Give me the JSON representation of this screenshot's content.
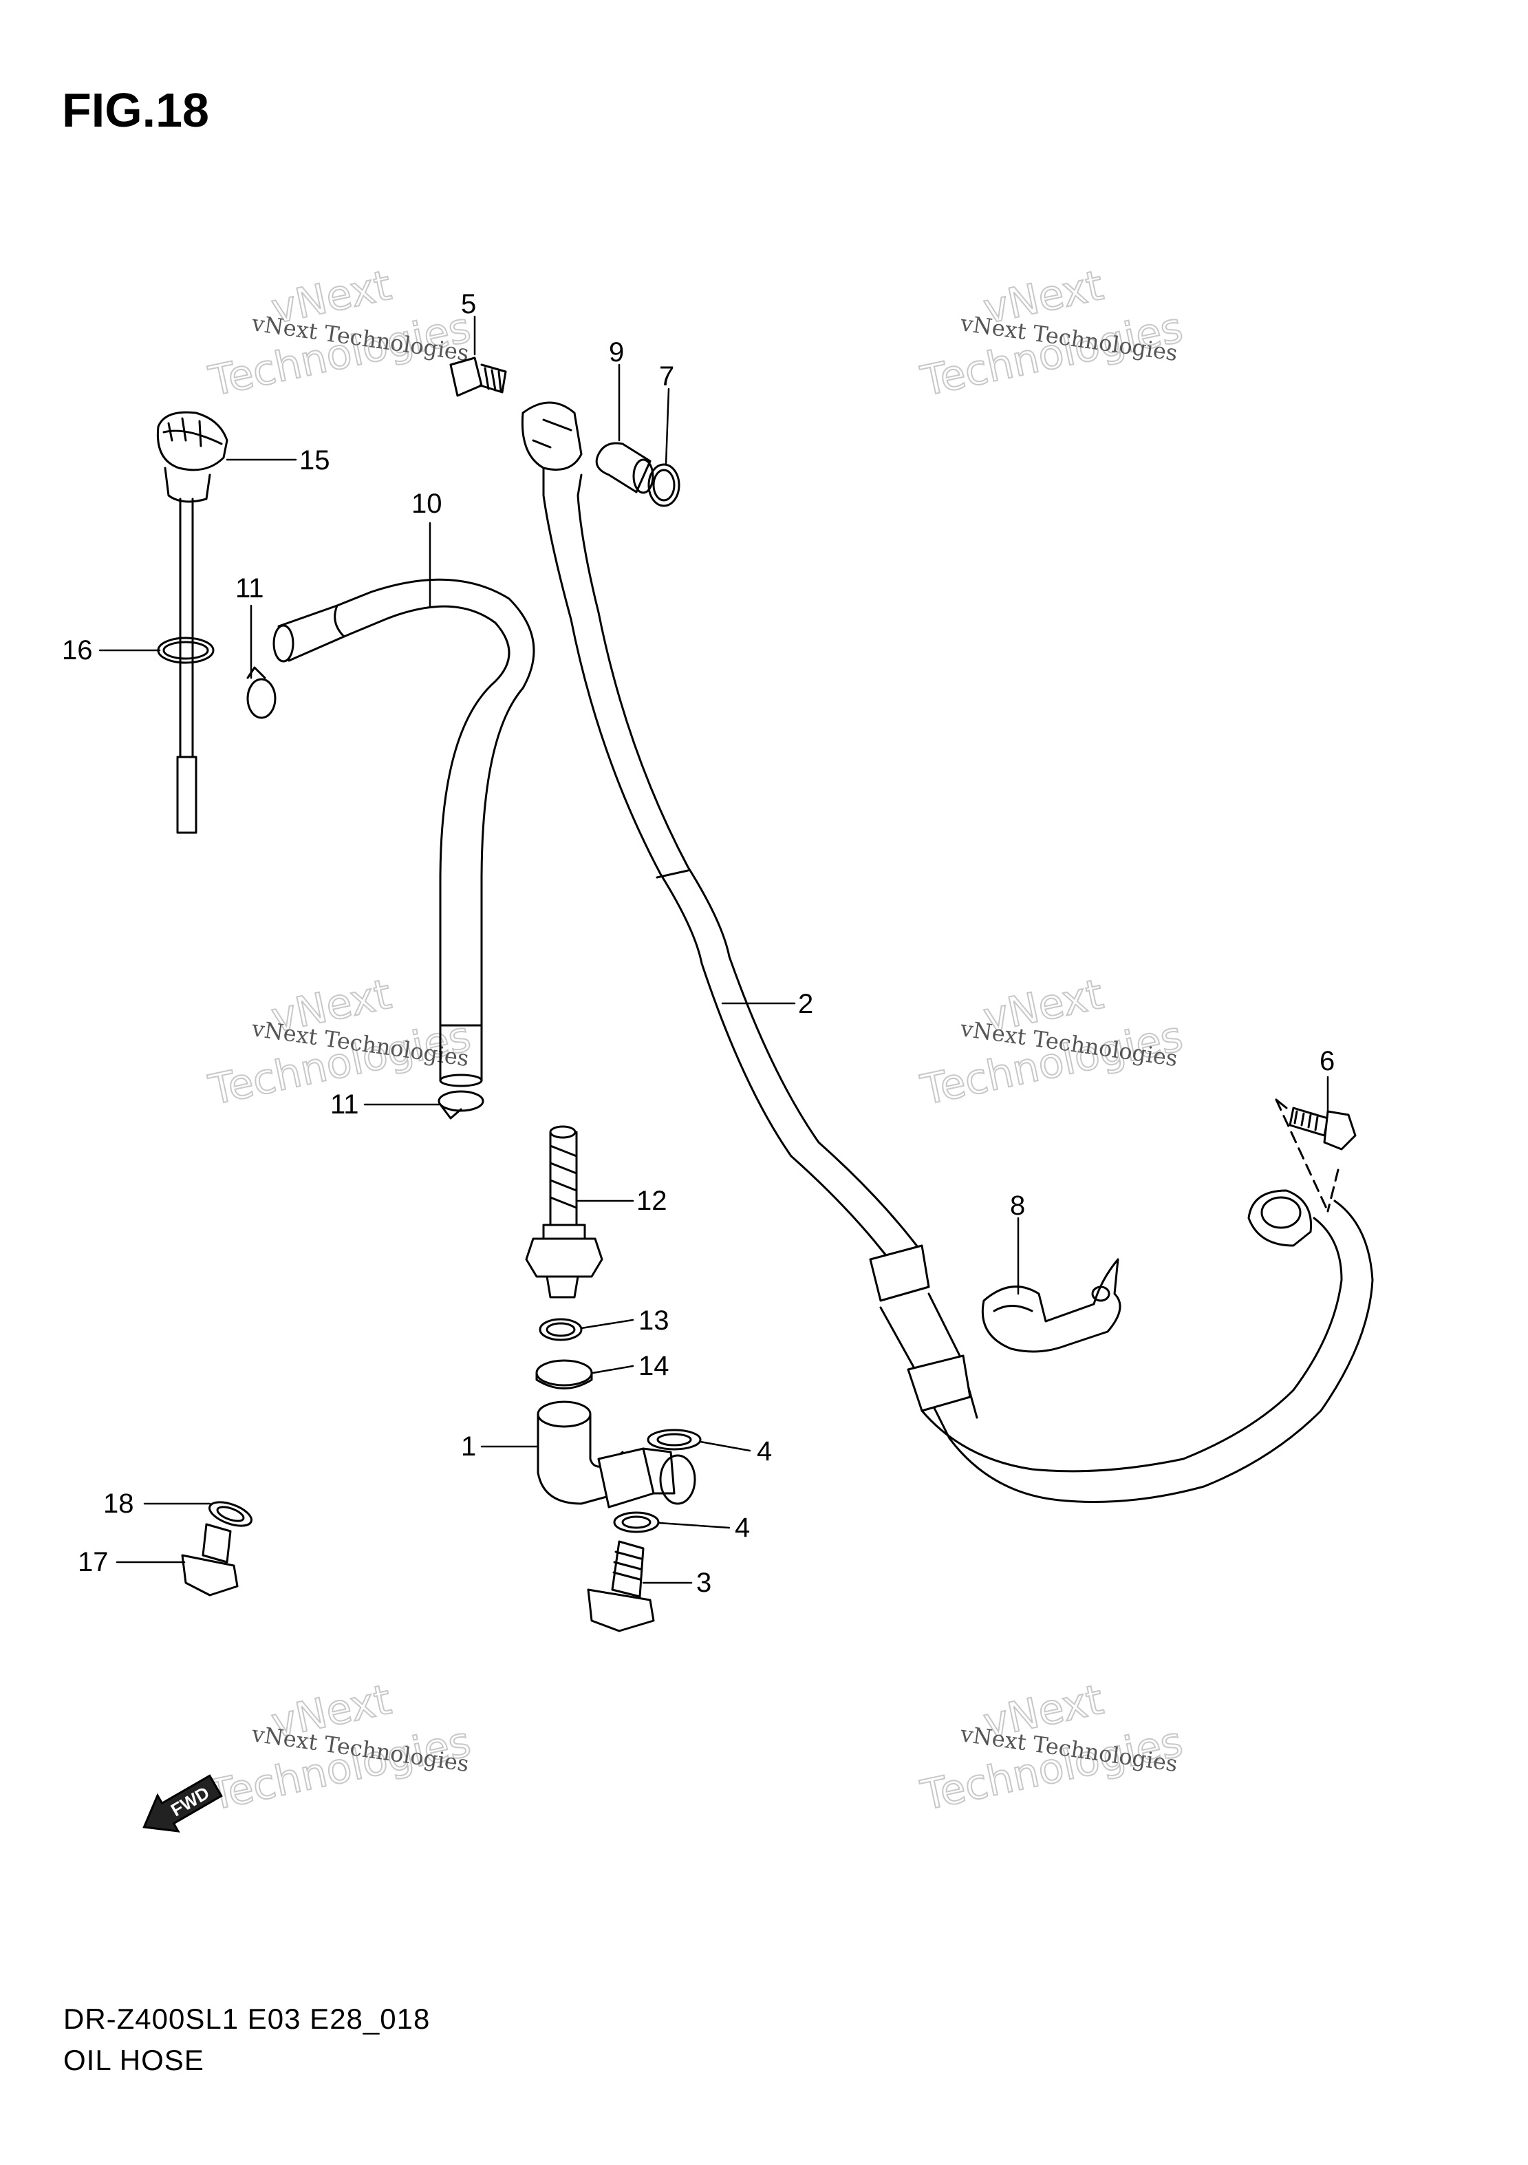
{
  "figure": {
    "title": "FIG.18"
  },
  "footer": {
    "code": "DR-Z400SL1 E03 E28_018",
    "name": "OIL HOSE"
  },
  "direction": {
    "label": "FWD"
  },
  "watermark": {
    "line1": "vNext Technologies",
    "line2": "Technologies",
    "line3": "vNext"
  },
  "callouts": [
    "5",
    "9",
    "7",
    "15",
    "10",
    "11",
    "16",
    "2",
    "6",
    "11",
    "12",
    "8",
    "13",
    "14",
    "1",
    "4",
    "4",
    "18",
    "17",
    "3"
  ]
}
